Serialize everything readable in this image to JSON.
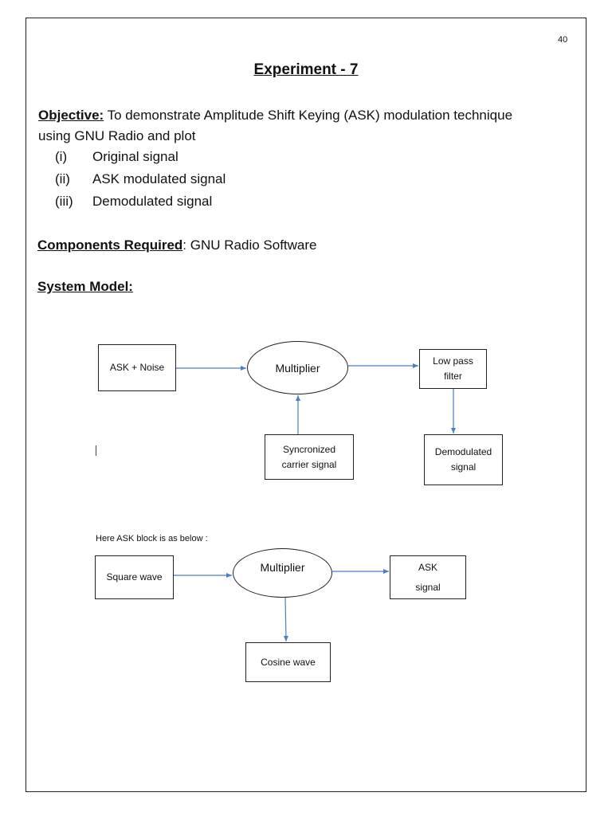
{
  "page": {
    "number": "40"
  },
  "title": "Experiment - 7",
  "objective": {
    "label": "Objective:",
    "text_line1": " To demonstrate Amplitude Shift Keying (ASK) modulation technique",
    "text_line2": "using GNU Radio and plot",
    "items": [
      {
        "num": "(i)",
        "text": "Original signal"
      },
      {
        "num": "(ii)",
        "text": "ASK modulated signal"
      },
      {
        "num": "(iii)",
        "text": "Demodulated signal"
      }
    ]
  },
  "components": {
    "label": "Components Required",
    "colon": ":",
    "text": "  GNU Radio Software"
  },
  "system_model": {
    "label": "System Model:"
  },
  "diagram1": {
    "ask_noise": "ASK + Noise",
    "multiplier": "Multiplier",
    "lpf_line1": "Low pass",
    "lpf_line2": "filter",
    "carrier_line1": "Syncronized",
    "carrier_line2": "carrier signal",
    "demod_line1": "Demodulated",
    "demod_line2": "signal"
  },
  "caption": "Here ASK block is as below :",
  "diagram2": {
    "square_wave": "Square wave",
    "multiplier": "Multiplier",
    "ask_line1": "ASK",
    "ask_line2": "signal",
    "cosine_wave": "Cosine wave"
  },
  "colors": {
    "arrow": "#4a7ec8",
    "border": "#222222"
  }
}
